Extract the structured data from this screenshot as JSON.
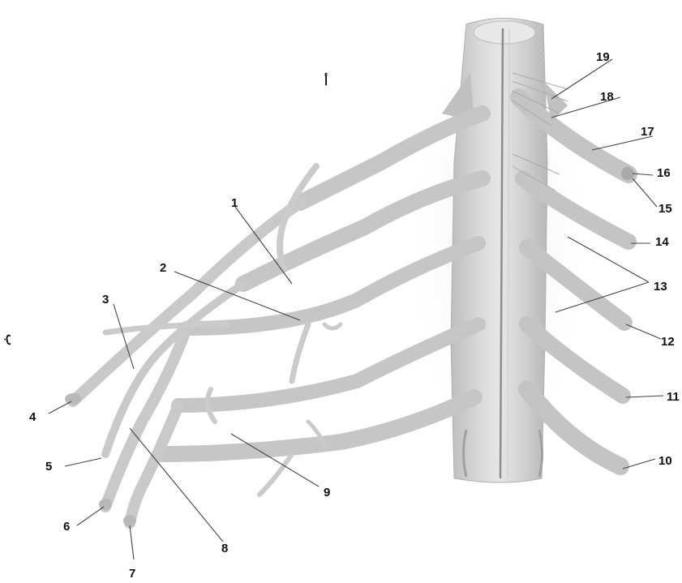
{
  "figure": {
    "panel_labels": {
      "top": "أ",
      "left": "ب"
    },
    "numbered_labels": [
      "1",
      "2",
      "3",
      "4",
      "5",
      "6",
      "7",
      "8",
      "9",
      "10",
      "11",
      "12",
      "13",
      "14",
      "15",
      "16",
      "17",
      "18",
      "19"
    ],
    "colors": {
      "nerve": "#c9c9c9",
      "nerve_shadow": "#a8a8a8",
      "cord": "#d2d2d2",
      "fissure": "#8c8c8c",
      "label": "#111111"
    }
  }
}
